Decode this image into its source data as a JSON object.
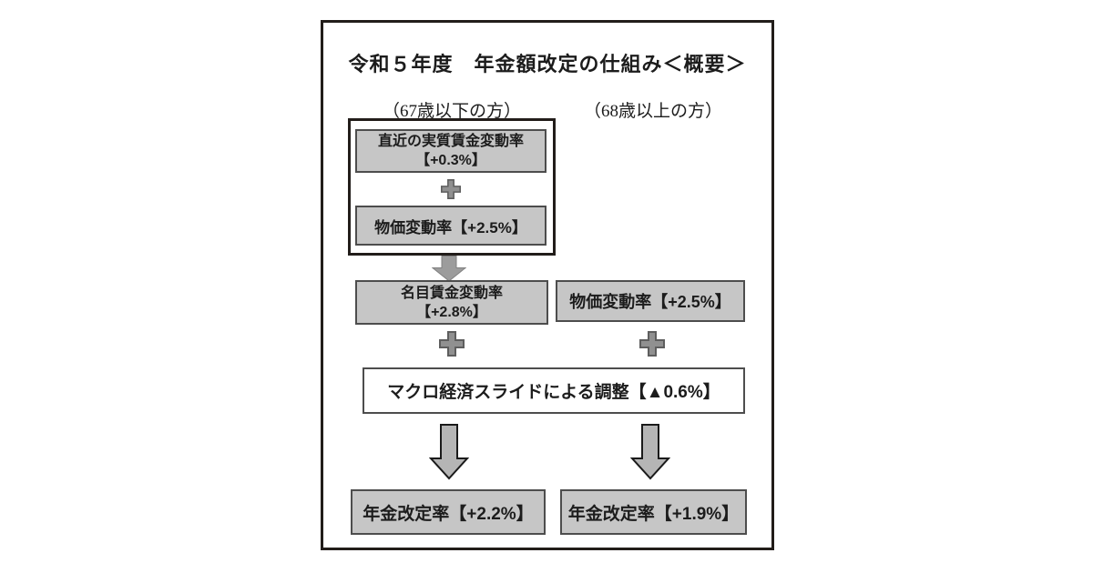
{
  "title": "令和５年度　年金額改定の仕組み＜概要＞",
  "columns": {
    "left_header": "（67歳以下の方）",
    "right_header": "（68歳以上の方）"
  },
  "group_box": {
    "real_wage_line1": "直近の実質賃金変動率",
    "real_wage_line2": "【+0.3%】",
    "price_change": "物価変動率【+2.5%】"
  },
  "row2": {
    "nominal_wage_line1": "名目賃金変動率",
    "nominal_wage_line2": "【+2.8%】",
    "price_change": "物価変動率【+2.5%】"
  },
  "adjustment": "マクロ経済スライドによる調整【▲0.6%】",
  "results": {
    "left": "年金改定率【+2.2%】",
    "right": "年金改定率【+1.9%】"
  },
  "colors": {
    "frame_border": "#221d1a",
    "box_fill": "#c6c6c6",
    "box_border": "#4d4d4d",
    "plus_fill": "#909090",
    "plus_border": "#5e5e5e",
    "small_arrow_fill": "#9c9c9c",
    "small_arrow_border": "#808080",
    "big_arrow_fill": "#b5b5b5",
    "arrow_outline": "#1a1a1a",
    "text": "#1c1c1c",
    "background": "#ffffff"
  }
}
